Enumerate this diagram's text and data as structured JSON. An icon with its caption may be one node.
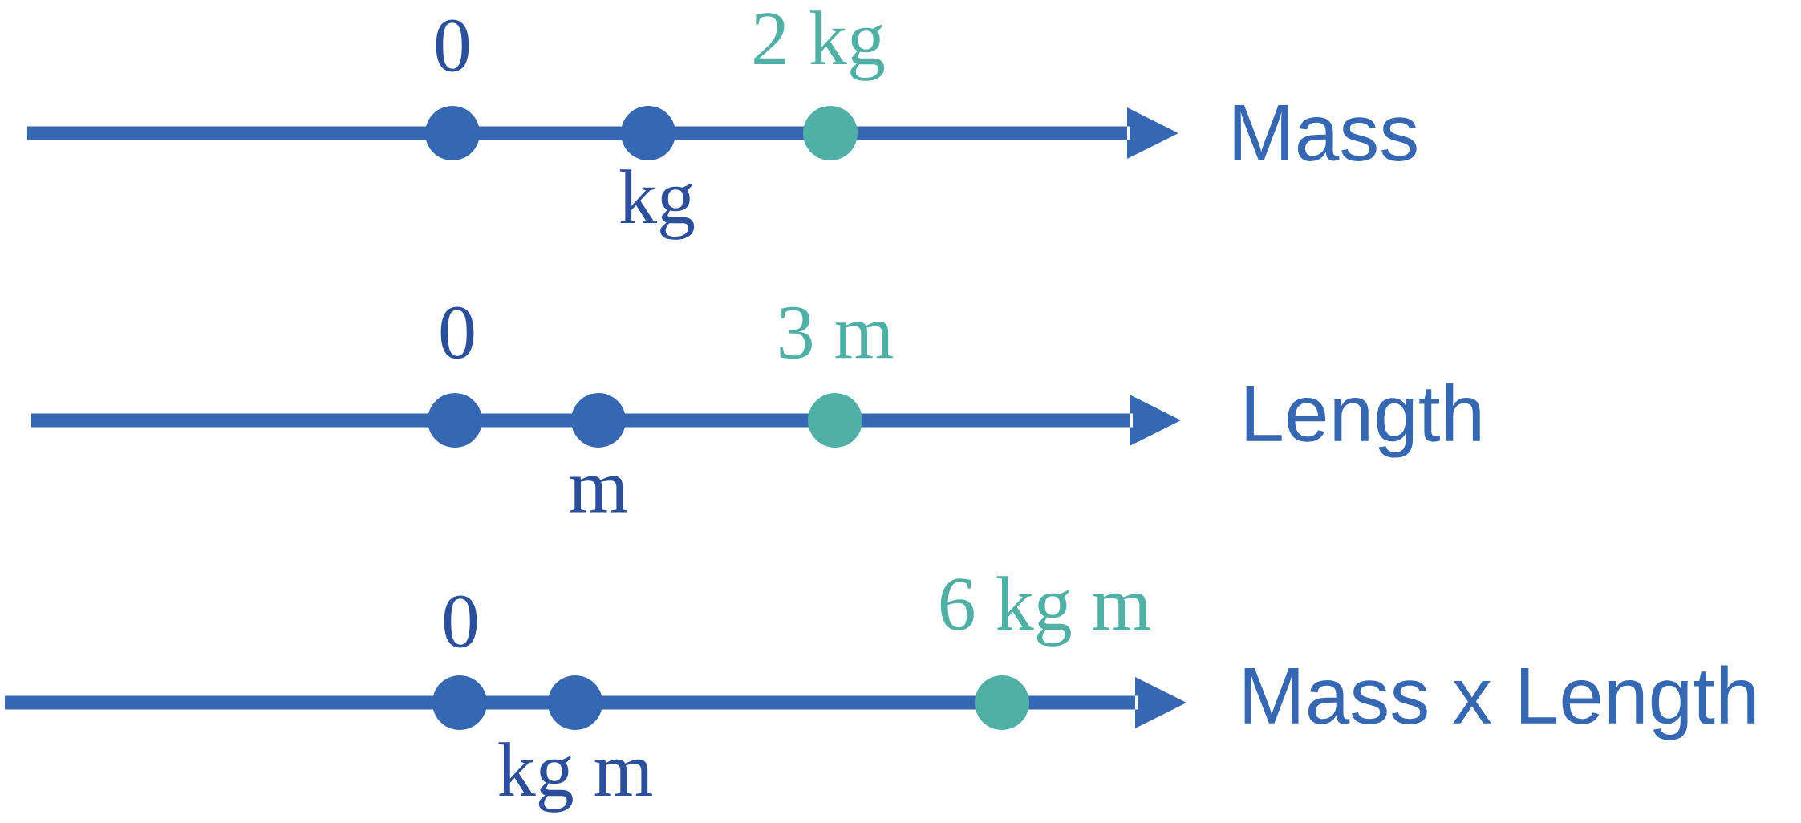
{
  "diagram": {
    "labels": [
      "0",
      "2 kg",
      "kg",
      "Mass",
      "0",
      "3 m",
      "m",
      "Length",
      "0",
      "6 kg m",
      "kg m",
      "Mass x Length"
    ]
  }
}
